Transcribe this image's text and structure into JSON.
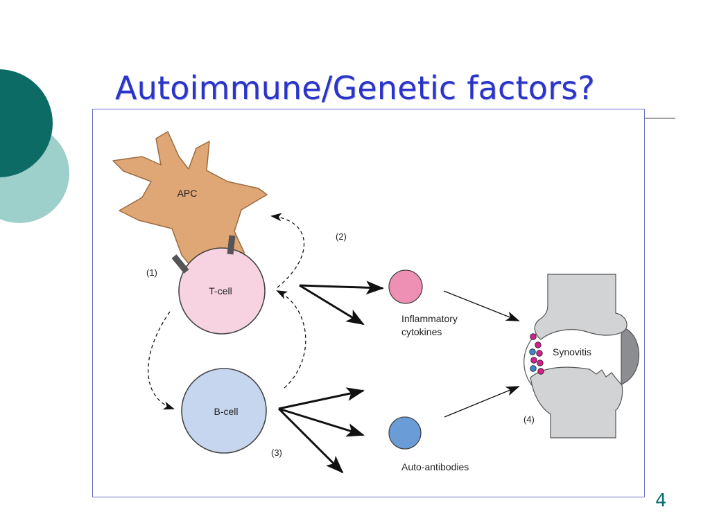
{
  "slide": {
    "title": "Autoimmune/Genetic factors?",
    "page_number": "4"
  },
  "diagram": {
    "nodes": {
      "apc": "APC",
      "t_cell": "T-cell",
      "b_cell": "B-cell",
      "cytokines": [
        "Inflammatory",
        "cytokines"
      ],
      "autoantibodies": "Auto-antibodies",
      "synovitis": "Synovitis"
    },
    "markers": {
      "step1": "(1)",
      "step2": "(2)",
      "step3": "(3)",
      "step4": "(4)"
    }
  },
  "colors": {
    "title": "#2b34c9",
    "apc_fill": "#dfa676",
    "t_cell_fill": "#f7d3e1",
    "b_cell_fill": "#c6d6ef",
    "cytokine_fill": "#ee8fb4",
    "antibody_fill": "#6a9cd8",
    "bone_fill": "#d2d3d5",
    "synovium_fill": "#8c8d90",
    "deco_dark": "#0d6b66",
    "deco_light": "#9dcfcb",
    "page_number": "#0d6f6a"
  }
}
